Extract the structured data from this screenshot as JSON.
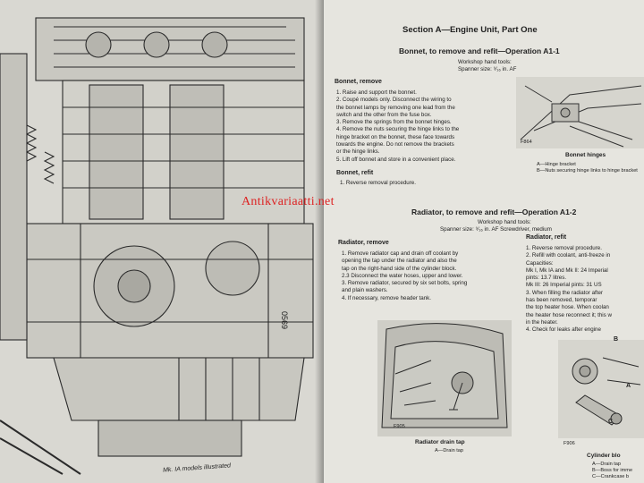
{
  "left_page": {
    "figure_code": "0569",
    "caption": "Mk. IA models illustrated"
  },
  "right_page": {
    "section_title": "Section A—Engine Unit, Part One",
    "op1": {
      "title": "Bonnet, to remove and refit—Operation A1-1",
      "tools_heading": "Workshop hand tools:",
      "tools": "Spanner size: ⁹⁄₁₆ in. AF",
      "remove_heading": "Bonnet, remove",
      "steps": [
        "1.  Raise and support the bonnet.",
        "2.  Coupé models only. Disconnect the wiring to",
        "     the bonnet lamps by removing one lead from the",
        "     switch and the other from the fuse box.",
        "3.  Remove the springs from the bonnet hinges.",
        "4.  Remove the nuts securing the hinge links to the",
        "     hinge bracket on the bonnet, these face towards",
        "     towards the engine. Do not remove the brackets",
        "     or the hinge links.",
        "5.  Lift off bonnet and store in a convenient place."
      ],
      "refit_heading": "Bonnet, refit",
      "refit_steps": [
        "1.  Reverse removal procedure."
      ],
      "fig_code": "F864",
      "fig_caption": "Bonnet hinges",
      "legend": [
        "A—Hinge bracket",
        "B—Nuts securing hinge links to hinge bracket"
      ]
    },
    "op2": {
      "title": "Radiator, to remove and refit—Operation A1-2",
      "tools_heading": "Workshop hand tools:",
      "tools": "Spanner size: ⁹⁄₁₆ in. AF   Screwdriver, medium",
      "remove_heading": "Radiator, remove",
      "steps": [
        "1.  Remove radiator cap and drain off coolant by",
        "     opening the tap under the radiator and also the",
        "     tap on the right-hand side of the cylinder block.",
        "2.3 Disconnect the water hoses, upper and lower.",
        "3.  Remove radiator, secured by six set bolts, spring",
        "     and plain washers.",
        "4.  If necessary, remove header tank."
      ],
      "refit_heading": "Radiator, refit",
      "refit_steps": [
        "1.  Reverse removal procedure.",
        "2.  Refill with coolant, anti-freeze in",
        "     Capacities:",
        "     Mk I, Mk IA and Mk II: 24 Imperial",
        "     pints: 13.7 litres.",
        "     Mk III: 26 Imperial pints: 31 US",
        "3.  When filling the radiator after",
        "     has been removed, temporar",
        "     the top heater hose. When coolan",
        "     the heater hose reconnect it; this w",
        "     in the heater.",
        "4.  Check for leaks after engine"
      ],
      "fig1_code": "F905",
      "fig1_caption": "Radiator drain tap",
      "fig1_legend": "A—Drain tap",
      "fig2_code": "F906",
      "fig2_caption": "Cylinder blo",
      "fig2_legend": [
        "A—Drain tap",
        "B—Boss for imme",
        "C—Crankcase b"
      ],
      "fig2_labels": [
        "B",
        "A",
        "C"
      ]
    }
  },
  "watermark": "Antikvariaatti.net"
}
